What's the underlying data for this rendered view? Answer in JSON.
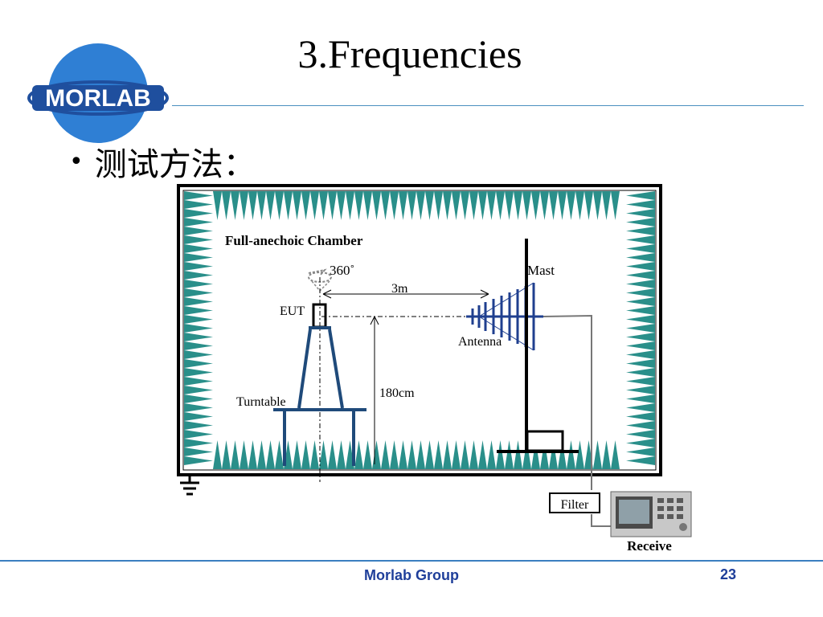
{
  "slide": {
    "title": "3.Frequencies",
    "bullet_text": "测试方法："
  },
  "logo": {
    "text": "MORLAB",
    "circle_color": "#2f7fd4",
    "text_color": "#ffffff",
    "emblem_color": "#1f4f9e"
  },
  "diagram": {
    "chamber_label": "Full-anechoic Chamber",
    "rotation_label": "360˚",
    "distance_label": "3m",
    "eut_label": "EUT",
    "mast_label": "Mast",
    "antenna_label": "Antenna",
    "height_label": "180cm",
    "turntable_label": "Turntable",
    "filter_label": "Filter",
    "receiver_label": "Receive",
    "absorber_color": "#2a8f8a",
    "structure_color": "#1f4a7a",
    "antenna_color": "#1f3f8f"
  },
  "footer": {
    "company": "Morlab Group",
    "page_number": "23",
    "text_color": "#1f3f9a",
    "rule_color": "#3b7fc0"
  }
}
